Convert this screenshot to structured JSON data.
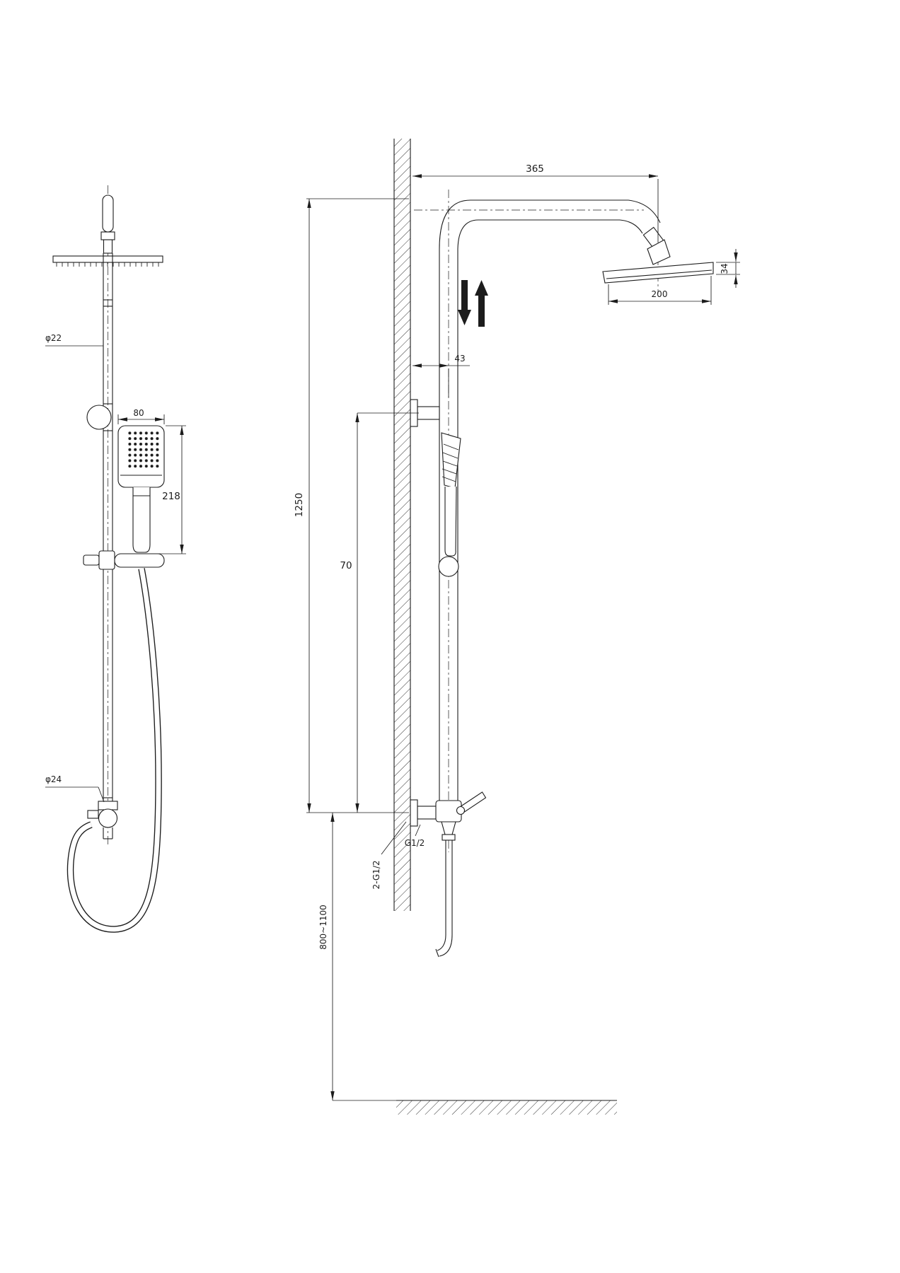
{
  "drawing": {
    "front_view": {
      "dia_top_pipe": "φ22",
      "dia_bottom_pipe": "φ24",
      "handset_width": "80",
      "handset_length": "218"
    },
    "side_view": {
      "arm_reach": "365",
      "head_width": "200",
      "head_thickness": "34",
      "bracket_offset": "43",
      "riser_length": "1250",
      "bracket_to_outlet": "70",
      "outlet_thread": "G1/2",
      "wall_thread": "2-G1/2",
      "install_height": "800~1100"
    }
  }
}
